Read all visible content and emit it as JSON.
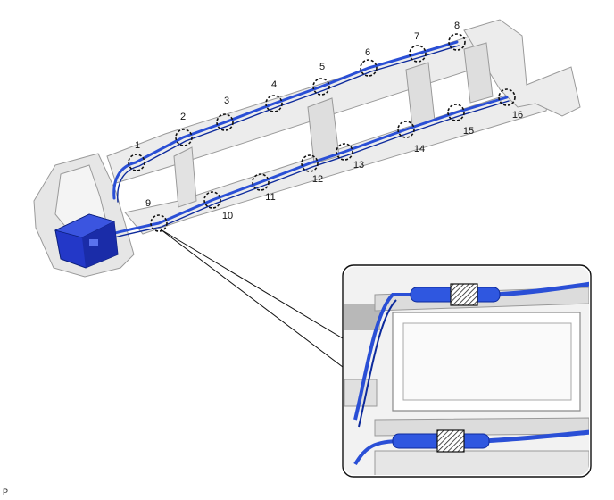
{
  "diagram": {
    "callouts": [
      {
        "label": "1"
      },
      {
        "label": "2"
      },
      {
        "label": "3"
      },
      {
        "label": "4"
      },
      {
        "label": "5"
      },
      {
        "label": "6"
      },
      {
        "label": "7"
      },
      {
        "label": "8"
      },
      {
        "label": "9"
      },
      {
        "label": "10"
      },
      {
        "label": "11"
      },
      {
        "label": "12"
      },
      {
        "label": "13"
      },
      {
        "label": "14"
      },
      {
        "label": "15"
      },
      {
        "label": "16"
      }
    ],
    "figure_code": "P",
    "colors": {
      "wire": "#2a4fd6",
      "wire_dark": "#0d2a9c",
      "frame": "#e9e9e9",
      "frame_edge": "#9a9a9a",
      "module": "#2338c8"
    },
    "icons": [
      "clamp-marker-icon",
      "hatched-clamp-icon",
      "control-module-icon"
    ]
  }
}
